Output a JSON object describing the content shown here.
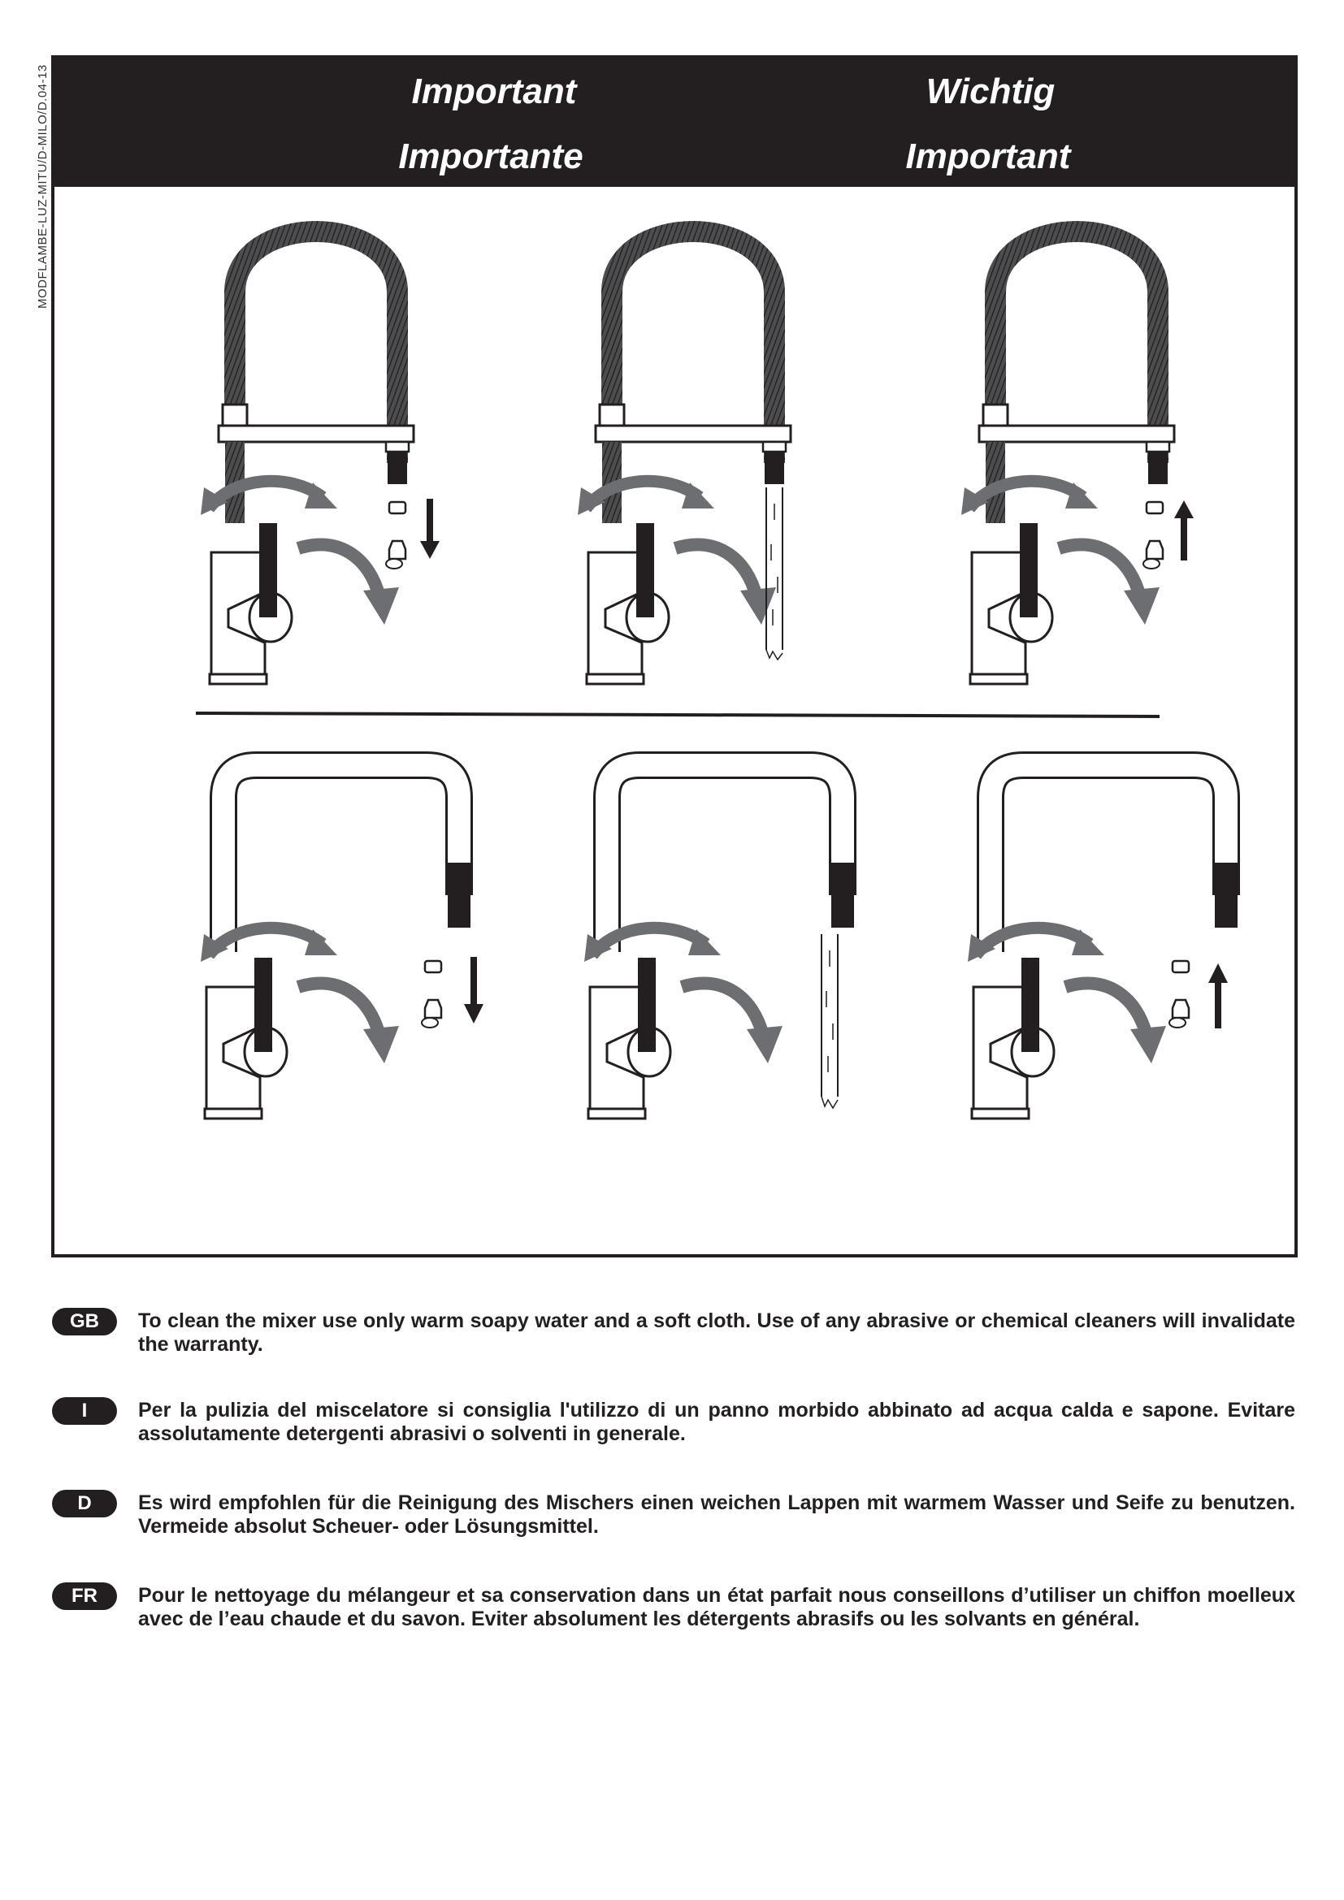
{
  "doc_code": "MODFLAMBE-LUZ-MITU/D-MILO/D.04-13",
  "header": {
    "gb": "Important",
    "d": "Wichtig",
    "i": "Importante",
    "fr": "Important"
  },
  "instructions": [
    {
      "badge": "GB",
      "text": "To clean the mixer use only warm soapy water and a soft cloth. Use of any abrasive or chemical cleaners will invalidate the warranty."
    },
    {
      "badge": "I",
      "text": "Per la pulizia del miscelatore si consiglia l'utilizzo di un panno morbido abbinato ad acqua calda e sapone. Evitare assolutamente detergenti abrasivi o solventi in generale."
    },
    {
      "badge": "D",
      "text": "Es wird empfohlen für die Reinigung des Mischers einen weichen Lappen mit warmem Wasser und Seife zu benutzen. Vermeide absolut Scheuer- oder Lösungsmittel."
    },
    {
      "badge": "FR",
      "text": "Pour le nettoyage du mélangeur et sa conservation dans un état parfait nous conseillons d’utiliser un chiffon moelleux avec de l’eau chaude et du savon. Eviter absolument les détergents abrasifs ou les solvants en général."
    }
  ],
  "colors": {
    "dark": "#231f20",
    "arrow_gray": "#6d6e71"
  },
  "icons": [
    "rotate-arrow-icon",
    "down-arrow-icon",
    "up-arrow-icon",
    "aerator-icon",
    "water-stream-icon"
  ]
}
